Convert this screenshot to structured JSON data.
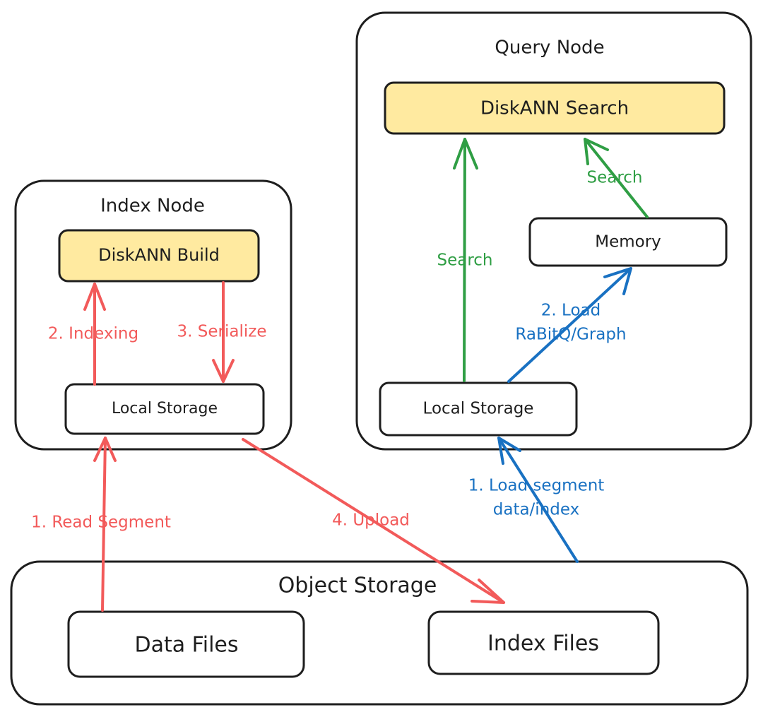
{
  "colors": {
    "stroke": "#1e1e1e",
    "highlight_fill": "#ffeaa0",
    "red": "#f25a5a",
    "green": "#2f9e44",
    "blue": "#1971c2"
  },
  "query_node": {
    "title": "Query Node",
    "search_box": "DiskANN Search",
    "memory_box": "Memory",
    "local_storage": "Local Storage",
    "search_label_left": "Search",
    "search_label_right": "Search",
    "load_label_line1": "2. Load",
    "load_label_line2": "RaBitQ/Graph"
  },
  "index_node": {
    "title": "Index Node",
    "build_box": "DiskANN Build",
    "local_storage": "Local Storage",
    "indexing_label": "2. Indexing",
    "serialize_label": "3. Serialize"
  },
  "object_storage": {
    "title": "Object Storage",
    "data_files": "Data Files",
    "index_files": "Index Files"
  },
  "flows": {
    "read_segment": "1. Read Segment",
    "upload": "4. Upload",
    "load_segment_line1": "1. Load segment",
    "load_segment_line2": "data/index"
  }
}
